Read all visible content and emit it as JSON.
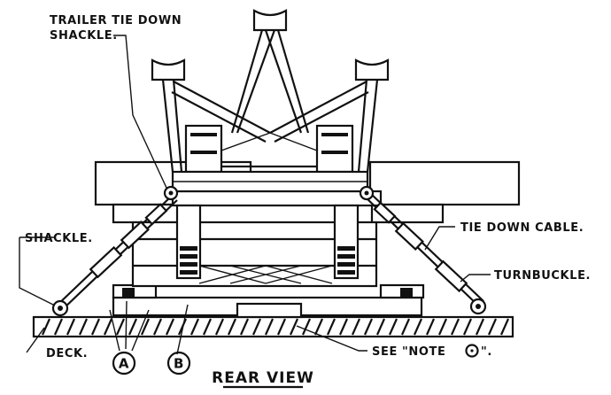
{
  "labels": {
    "trailer_shackle_line1": "TRAILER TIE DOWN",
    "trailer_shackle_line2": "SHACKLE.",
    "shackle": "SHACKLE.",
    "tie_down_cable": "TIE DOWN CABLE.",
    "turnbuckle": "TURNBUCKLE.",
    "deck": "DECK.",
    "see_note": "SEE \"NOTE",
    "see_note_end": "\".",
    "callout_a": "A",
    "callout_b": "B",
    "view_title": "REAR VIEW"
  },
  "colors": {
    "ink": "#111111",
    "paper": "#ffffff"
  }
}
